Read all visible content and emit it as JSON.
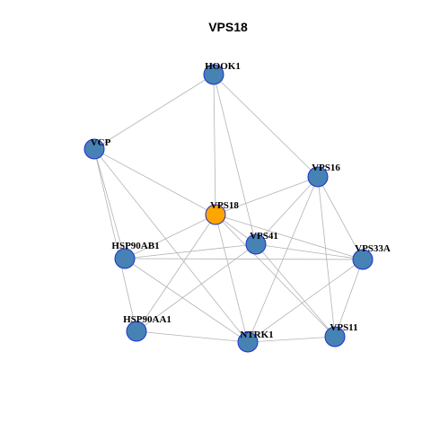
{
  "title": "VPS18",
  "colors": {
    "default_node": "#4682b4",
    "default_border": "#1f2fd0",
    "highlight_node": "#ffa500",
    "highlight_border": "#1f2fd0",
    "edge": "#b3b3b3"
  },
  "nodes": [
    {
      "id": "HOOK1",
      "label": "HOOK1",
      "highlight": false
    },
    {
      "id": "VCP",
      "label": "VCP",
      "highlight": false
    },
    {
      "id": "VPS16",
      "label": "VPS16",
      "highlight": false
    },
    {
      "id": "VPS18",
      "label": "VPS18",
      "highlight": true
    },
    {
      "id": "VPS41",
      "label": "VPS41",
      "highlight": false
    },
    {
      "id": "HSP90AB1",
      "label": "HSP90AB1",
      "highlight": false
    },
    {
      "id": "VPS33A",
      "label": "VPS33A",
      "highlight": false
    },
    {
      "id": "HSP90AA1",
      "label": "HSP90AA1",
      "highlight": false
    },
    {
      "id": "NTRK1",
      "label": "NTRK1",
      "highlight": false
    },
    {
      "id": "VPS11",
      "label": "VPS11",
      "highlight": false
    }
  ],
  "edges": [
    [
      "HOOK1",
      "VCP"
    ],
    [
      "HOOK1",
      "VPS18"
    ],
    [
      "HOOK1",
      "VPS16"
    ],
    [
      "HOOK1",
      "VPS41"
    ],
    [
      "VCP",
      "VPS18"
    ],
    [
      "VCP",
      "HSP90AB1"
    ],
    [
      "VCP",
      "HSP90AA1"
    ],
    [
      "VCP",
      "NTRK1"
    ],
    [
      "VPS16",
      "VPS18"
    ],
    [
      "VPS16",
      "VPS41"
    ],
    [
      "VPS16",
      "VPS33A"
    ],
    [
      "VPS16",
      "VPS11"
    ],
    [
      "VPS16",
      "NTRK1"
    ],
    [
      "VPS18",
      "VPS41"
    ],
    [
      "VPS18",
      "HSP90AB1"
    ],
    [
      "VPS18",
      "VPS33A"
    ],
    [
      "VPS18",
      "HSP90AA1"
    ],
    [
      "VPS18",
      "NTRK1"
    ],
    [
      "VPS18",
      "VPS11"
    ],
    [
      "VPS41",
      "HSP90AB1"
    ],
    [
      "VPS41",
      "VPS33A"
    ],
    [
      "VPS41",
      "VPS11"
    ],
    [
      "VPS41",
      "HSP90AA1"
    ],
    [
      "HSP90AB1",
      "VPS33A"
    ],
    [
      "HSP90AB1",
      "NTRK1"
    ],
    [
      "HSP90AA1",
      "NTRK1"
    ],
    [
      "NTRK1",
      "VPS33A"
    ],
    [
      "VPS11",
      "VPS33A"
    ],
    [
      "NTRK1",
      "VPS11"
    ]
  ]
}
